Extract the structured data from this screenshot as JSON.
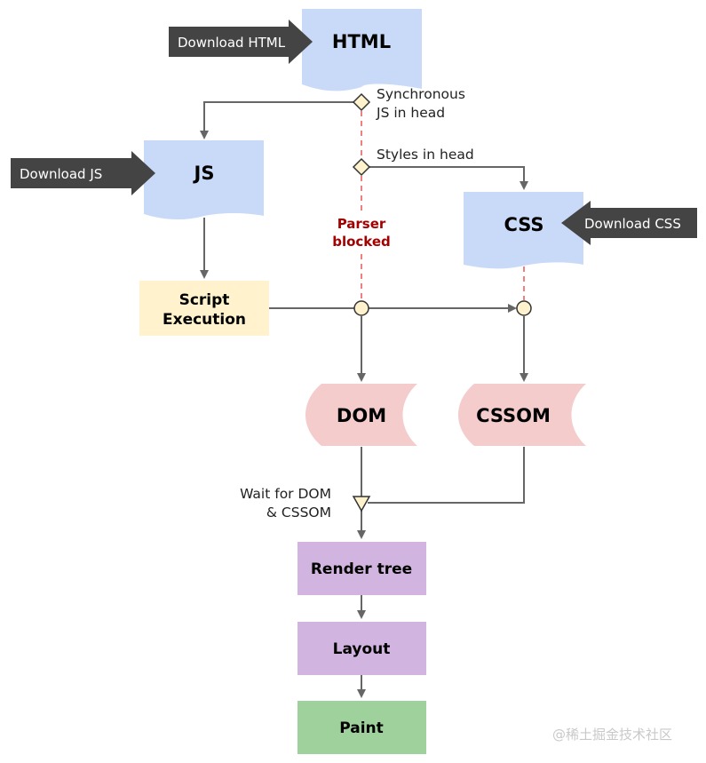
{
  "nodes": {
    "html": "HTML",
    "js": "JS",
    "css": "CSS",
    "script_execution": [
      "Script",
      "Execution"
    ],
    "dom": "DOM",
    "cssom": "CSSOM",
    "render_tree": "Render tree",
    "layout": "Layout",
    "paint": "Paint"
  },
  "download_arrows": {
    "html": "Download HTML",
    "js": "Download JS",
    "css": "Download CSS"
  },
  "annotations": {
    "sync_js": [
      "Synchronous",
      "JS in head"
    ],
    "styles_in_head": "Styles in head",
    "parser_blocked": [
      "Parser",
      "blocked"
    ],
    "wait_for": [
      "Wait for DOM",
      "& CSSOM"
    ]
  },
  "watermark": "@稀土掘金技术社区",
  "colors": {
    "doc_blue": "#c9daf8",
    "script_yellow": "#fff2cc",
    "tree_pink": "#f4cccc",
    "render_purple": "#d2b4e0",
    "paint_green": "#9fd19c",
    "arrow_dark": "#444444",
    "line_gray": "#666666",
    "dashed_red": "#f08080",
    "junction_fill": "#fff2cc",
    "blocked_red": "#a30000"
  }
}
